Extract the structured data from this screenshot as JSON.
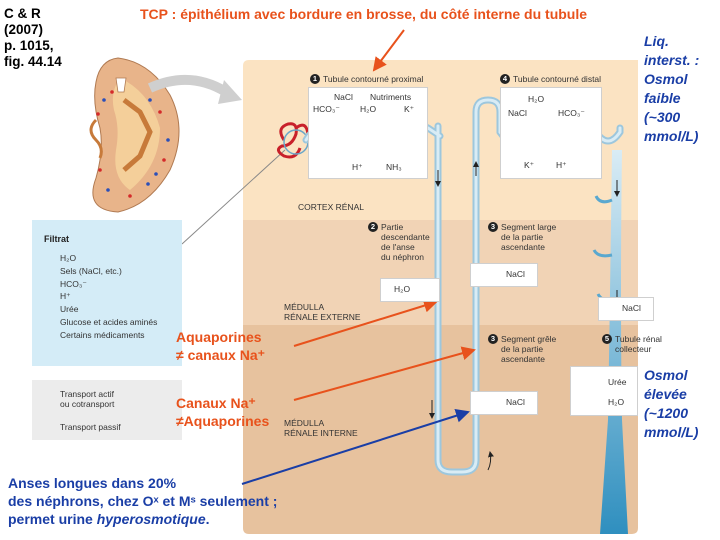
{
  "reference": "C & R\n(2007)\np. 1015,\nfig. 44.14",
  "title": "TCP : épithélium avec bordure en brosse, du côté interne du tubule",
  "right_top": {
    "l1": "Liq.",
    "l2": "interst. :",
    "l3": "Osmol",
    "l4": "faible",
    "l5": "(~300",
    "l6": "mmol/L)"
  },
  "right_bottom": {
    "l1": "Osmol",
    "l2": "élevée",
    "l3": "(~1200",
    "l4": "mmol/L)"
  },
  "zones": {
    "cortex": "CORTEX RÉNAL",
    "medulla_ext_1": "MÉDULLA",
    "medulla_ext_2": "RÉNALE EXTERNE",
    "medulla_int_1": "MÉDULLA",
    "medulla_int_2": "RÉNALE INTERNE"
  },
  "segments": {
    "s1": {
      "num": "1",
      "label": "Tubule contourné proximal"
    },
    "s4": {
      "num": "4",
      "label": "Tubule contourné distal"
    },
    "s2": {
      "num": "2",
      "label": "Partie\ndescendante\nde l'anse\ndu néphron"
    },
    "s3a": {
      "num": "3",
      "label": "Segment large\nde la partie\nascendante"
    },
    "s3b": {
      "num": "3",
      "label": "Segment grêle\nde la partie\nascendante"
    },
    "s5": {
      "num": "5",
      "label": "Tubule rénal\ncollecteur"
    }
  },
  "transport_labels": {
    "pct_hco3": "HCO₃⁻",
    "pct_nacl": "NaCl",
    "pct_h2o": "H₂O",
    "pct_nutri": "Nutriments",
    "pct_k": "K⁺",
    "pct_h": "H⁺",
    "pct_nh3": "NH₃",
    "dct_h2o": "H₂O",
    "dct_nacl": "NaCl",
    "dct_hco3": "HCO₃⁻",
    "dct_k": "K⁺",
    "dct_h": "H⁺",
    "desc_h2o": "H₂O",
    "asc_thick_nacl": "NaCl",
    "asc_thin_nacl": "NaCl",
    "cd_nacl": "NaCl",
    "cd_uree": "Urée",
    "cd_h2o": "H₂O"
  },
  "filtrat": {
    "header": "Filtrat",
    "items": [
      "H₂O",
      "Sels (NaCl, etc.)",
      "HCO₃⁻",
      "H⁺",
      "Urée",
      "Glucose et acides aminés",
      "Certains médicaments"
    ]
  },
  "legend": {
    "active": "Transport actif\nou cotransport",
    "passive": "Transport passif"
  },
  "annotations": {
    "aquaporines": "Aquaporines\n≠ canaux Na⁺",
    "canaux": "Canaux Na⁺\n≠Aquaporines",
    "anses_l1": "Anses longues dans 20%",
    "anses_l2": "des néphrons, chez Oˣ et Mˢ seulement  ;",
    "anses_l3_pre": "permet urine ",
    "anses_l3_em": "hyperosmotique",
    "anses_l3_post": "."
  },
  "colors": {
    "active_arrow": "#e8614a",
    "passive_arrow": "#9a9ad6",
    "title": "#e8521c",
    "blue_text": "#1a3ea6",
    "cortex": "#fbe3c2",
    "medulla_ext": "#f1d3b5",
    "medulla_int": "#e7c29e"
  }
}
